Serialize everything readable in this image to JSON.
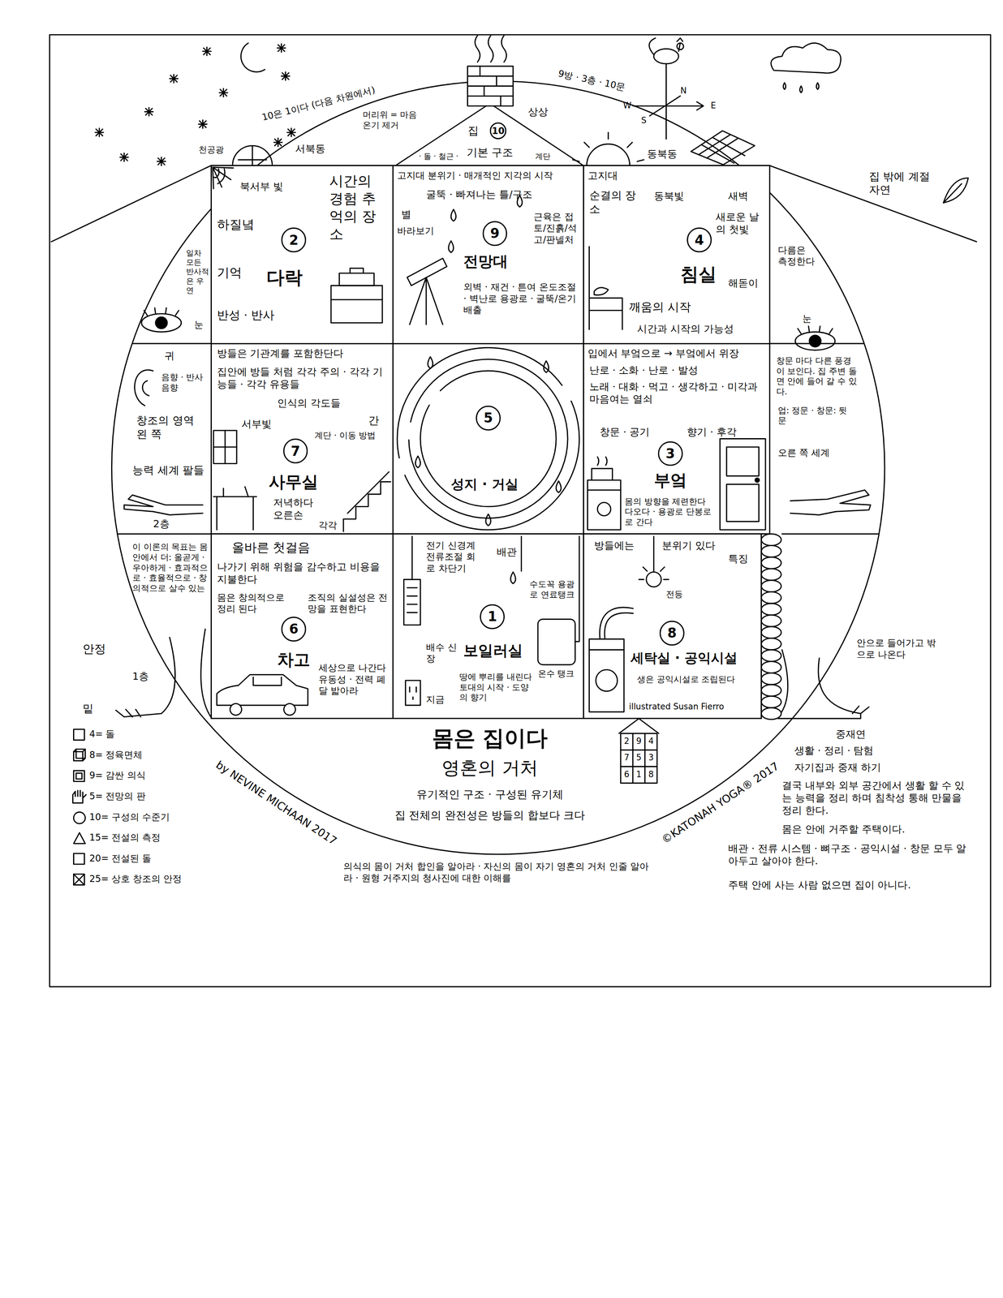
{
  "diagram": {
    "title": "몸은 집이다",
    "nodes": [
      {
        "text": [
          "2",
          "다락",
          "시간의 경험 추억의 장소",
          "북서부 빛",
          "하질녘",
          "기억",
          "반성 · 반사"
        ]
      },
      {
        "text": [
          "9",
          "전망대",
          "고지대 분위기 · 매개적인 지각의 시작",
          "굴뚝 · 빠져나는 틀/구조",
          "별",
          "바라보기",
          "근육은 접토/진흙/석고/판넬처",
          "외벽 · 재건 · 튼여 온도조절 · 벽난로 용광로 · 굴뚝/온기배출"
        ]
      },
      {
        "text": [
          "4",
          "침실",
          "고지대",
          "순결의 장소",
          "동북빛",
          "새벽",
          "새로운 날의 첫빛",
          "해돋이",
          "깨움의 시작",
          "시간과 시작의 가능성"
        ]
      },
      {
        "text": [
          "7",
          "사무실",
          "방들은 기관계를 포함한단다",
          "집안에 방들 처럼 각각 주의 · 각각 기능들 · 각각 유용들",
          "인식의 각도들",
          "서부빛",
          "간",
          "계단 · 이동 방법",
          "저녁하다 오른손",
          "각각"
        ]
      },
      {
        "text": [
          "5",
          "성지 · 거실"
        ]
      },
      {
        "text": [
          "3",
          "부엌",
          "입에서 부엌으로 → 부엌에서 위장",
          "난로 · 소화 · 난로 · 발성",
          "노래 · 대화 · 먹고 · 생각하고 · 미각과 마음여는 열쇠",
          "창문 · 공기",
          "향기 · 후각",
          "몸의 방향을 제련한다 다오다 · 용광로 단봉로로 간다"
        ]
      },
      {
        "text": [
          "6",
          "차고",
          "올바른 첫걸음",
          "나가기 위해 위험을 감수하고 비용을 지불한다",
          "몸은 창의적으로 정리 된다",
          "조직의 실설성은 전망을 표현한다",
          "세상으로 나간다 유동성 · 전력 폐달 밟아라"
        ]
      },
      {
        "text": [
          "1",
          "보일러실",
          "전기 신경계 전류조절 회로 차단기",
          "배관",
          "수도꼭 용광로 연료탱크",
          "배수 신장",
          "온수 탱크",
          "지금",
          "땅에 뿌리를 내린다 토대의 시작 · 도양의 향기"
        ]
      },
      {
        "text": [
          "8",
          "세탁실 · 공익시설",
          "방들에는",
          "분위기 있다",
          "특징",
          "전등",
          "생은 공익시설로 조립된다",
          "illustrated Susan Fierro"
        ]
      }
    ],
    "labels": [
      "영혼의 거처",
      "유기적인 구조 · 구성된 유기체",
      "집 전체의 완전성은 방들의 합보다 크다",
      "의식의 몸이 거처 합인을 알아라 · 자신의 몸이 자기 영혼의 거처 인줄 알아라 · 원형 거주지의 청사진에 대한 이해를",
      "by NEVINE MICHAAN 2017",
      "©KATONAH YOGA® 2017",
      "집",
      "10",
      "기본 구조",
      "· 돌 · 철근 ·",
      "계단",
      "10은 1이다 (다음 차원에서)",
      "머리위 = 마음 온기 제거",
      "서북동",
      "천공광",
      "상상",
      "9방 · 3층 · 10문",
      "동북동",
      "N",
      "S",
      "E",
      "W",
      "집 밖에 계절 자연",
      "눈",
      "일차 모든 반사적 은 우연",
      "귀",
      "음향 · 반사음향",
      "창조의 영역 왼 쪽",
      "능력 세계 팔들",
      "2층",
      "이 이론의 목표는 몸안에서 더: 올곧게 · 우아하게 · 효과적으로 · 효율적으로 · 창의적으로 살수 있는",
      "안정",
      "1층",
      "밑",
      "다름은 측정한다",
      "눈",
      "창문 마다 다른 풍경이 보인다. 집 주변 돌면 안에 들어 갈 수 있다.",
      "업: 정문 · 창문: 뒷문",
      "오른 쪽 세계",
      "안으로 들어가고 밖으로 나온다",
      "중재연",
      "생활 · 정리 · 탐험",
      "자기집과 중재 하기",
      "결국 내부와 외부 공간에서 생활 할 수 있는 능력을 정리 하며 침착성 통해 만물을 정리 한다.",
      "몸은 안에 거주할 주택이다.",
      "배관 · 전류 시스템 · 뼈구조 · 공익시설 · 창문 모두 알아두고 살아야 한다.",
      "주택 안에 사는 사람 없으면 집이 아니다.",
      "2",
      "9",
      "4",
      "7",
      "5",
      "3",
      "6",
      "1",
      "8"
    ],
    "legend": [
      {
        "text": "4= 돌"
      },
      {
        "text": "8= 정육면체"
      },
      {
        "text": "9= 감싼 의식"
      },
      {
        "text": "5= 전망의 판"
      },
      {
        "text": "10= 구성의 수준기"
      },
      {
        "text": "15= 전설의 측정"
      },
      {
        "text": "20= 전설된 돌"
      },
      {
        "text": "25= 상호 창조의 안정"
      }
    ]
  }
}
